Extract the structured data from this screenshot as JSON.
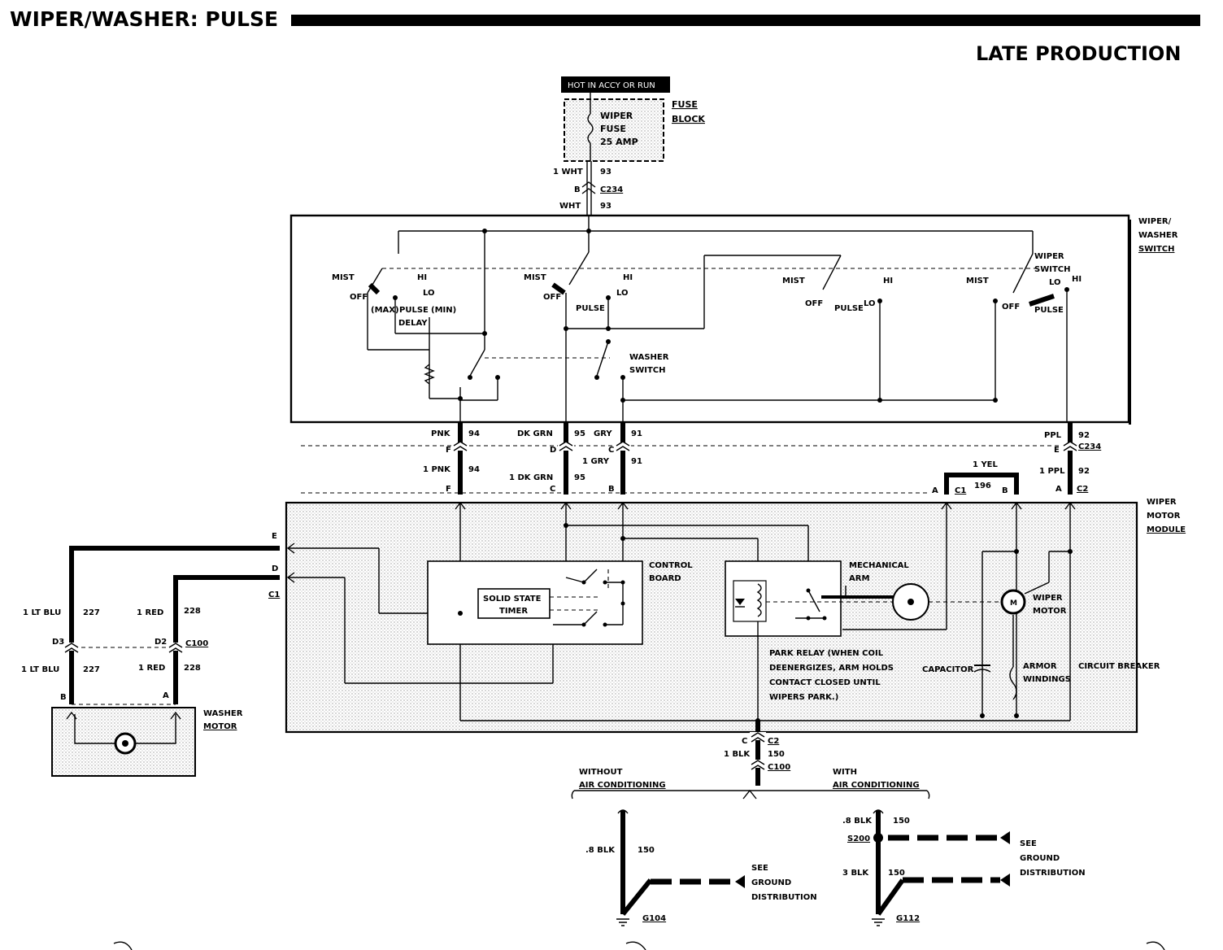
{
  "title": "WIPER/WASHER: PULSE",
  "subtitle": "LATE PRODUCTION",
  "power_label": "HOT IN ACCY OR RUN",
  "fuse_block": {
    "name_line1": "FUSE",
    "name_line2": "BLOCK",
    "fuse_line1": "WIPER",
    "fuse_line2": "FUSE",
    "fuse_line3": "25 AMP"
  },
  "feed": {
    "upper_wire": "1 WHT",
    "upper_circuit": "93",
    "pin": "B",
    "connector": "C234",
    "lower_wire": "WHT",
    "lower_circuit": "93"
  },
  "switch_module": {
    "name_line1": "WIPER/",
    "name_line2": "WASHER",
    "name_line3": "SWITCH",
    "labels": {
      "mist": "MIST",
      "off": "OFF",
      "hi": "HI",
      "lo": "LO",
      "pulse": "PULSE",
      "max": "(MAX)",
      "min": "(MIN)",
      "delay": "DELAY",
      "washer_switch_1": "WASHER",
      "washer_switch_2": "SWITCH",
      "wiper_switch_1": "WIPER",
      "wiper_switch_2": "SWITCH",
      "wiper_switch_mist": "MIST",
      "wiper_switch_off": "OFF",
      "wiper_switch_lo": "LO",
      "wiper_switch_hi": "HI",
      "wiper_switch_pulse": "PULSE"
    }
  },
  "harness": {
    "pnk": {
      "top_color": "PNK",
      "top_circuit": "94",
      "pin": "F",
      "bottom_color": "1 PNK",
      "bottom_circuit": "94",
      "module_pin": "F"
    },
    "dkgrn": {
      "top_color": "DK GRN",
      "top_circuit": "95",
      "pin": "D",
      "bottom_color": "1 DK GRN",
      "bottom_circuit": "95",
      "module_pin": "C"
    },
    "gry": {
      "top_color": "GRY",
      "top_circuit": "91",
      "pin": "C",
      "bottom_color": "1 GRY",
      "bottom_circuit": "91",
      "module_pin": "B"
    },
    "ppl": {
      "top_color": "PPL",
      "top_circuit": "92",
      "pin": "E",
      "connector": "C234",
      "bottom_color": "1 PPL",
      "bottom_circuit": "92",
      "module_pin": "A",
      "module_connector": "C2"
    },
    "yel": {
      "color": "1 YEL",
      "circuit": "196",
      "pin_a": "A",
      "connector": "C1",
      "pin_b": "B"
    }
  },
  "motor_module": {
    "name_line1": "WIPER",
    "name_line2": "MOTOR",
    "name_line3": "MODULE",
    "control_board_1": "CONTROL",
    "control_board_2": "BOARD",
    "timer_1": "SOLID STATE",
    "timer_2": "TIMER",
    "mech_arm_1": "MECHANICAL",
    "mech_arm_2": "ARM",
    "motor_1": "WIPER",
    "motor_2": "MOTOR",
    "capacitor": "CAPACITOR",
    "armor_1": "ARMOR",
    "armor_2": "WINDINGS",
    "circuit_breaker": "CIRCUIT BREAKER",
    "park_note_1": "PARK RELAY (WHEN COIL",
    "park_note_2": "DEENERGIZES, ARM HOLDS",
    "park_note_3": "CONTACT CLOSED UNTIL",
    "park_note_4": "WIPERS PARK.)",
    "pin_e": "E",
    "pin_d": "D",
    "connector_c1": "C1"
  },
  "washer_harness": {
    "left_color": "1 LT BLU",
    "left_circuit": "227",
    "left_pin": "D3",
    "left_color2": "1 LT BLU",
    "left_circuit2": "227",
    "right_color": "1 RED",
    "right_circuit": "228",
    "right_pin": "D2",
    "connector": "C100",
    "right_color2": "1 RED",
    "right_circuit2": "228",
    "motor_pin_b": "B",
    "motor_pin_a": "A"
  },
  "washer_motor": {
    "line1": "WASHER",
    "line2": "MOTOR"
  },
  "ground_feed": {
    "pin": "C",
    "connector": "C2",
    "color": "1 BLK",
    "circuit": "150",
    "connector2": "C100"
  },
  "without_ac": {
    "line1": "WITHOUT",
    "line2": "AIR CONDITIONING",
    "color": ".8 BLK",
    "circuit": "150",
    "see_1": "SEE",
    "see_2": "GROUND",
    "see_3": "DISTRIBUTION",
    "ground": "G104"
  },
  "with_ac": {
    "line1": "WITH",
    "line2": "AIR CONDITIONING",
    "upper_color": ".8 BLK",
    "upper_circuit": "150",
    "splice": "S200",
    "lower_color": "3 BLK",
    "lower_circuit": "150",
    "see_1": "SEE",
    "see_2": "GROUND",
    "see_3": "DISTRIBUTION",
    "ground": "G112"
  }
}
